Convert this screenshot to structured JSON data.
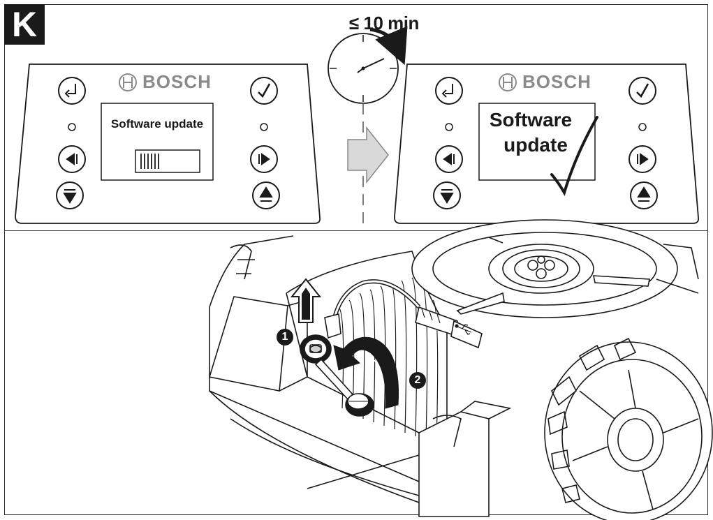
{
  "figure": {
    "label": "K",
    "duration": "≤ 10 min"
  },
  "panel_before": {
    "brand": "BOSCH",
    "screen_text": "Software update",
    "progress": 0.4
  },
  "panel_after": {
    "brand": "BOSCH",
    "screen_line1": "Software",
    "screen_line2": "update"
  },
  "steps": {
    "step1": "1",
    "step2": "2"
  },
  "icons": {
    "back": "return-arrow-icon",
    "ok": "checkmark-icon",
    "left": "left-triangle-icon",
    "right": "right-triangle-icon",
    "down": "down-triangle-icon",
    "up": "up-triangle-icon",
    "clock": "clock-icon",
    "arrow": "right-arrow-icon",
    "usb": "usb-icon"
  }
}
